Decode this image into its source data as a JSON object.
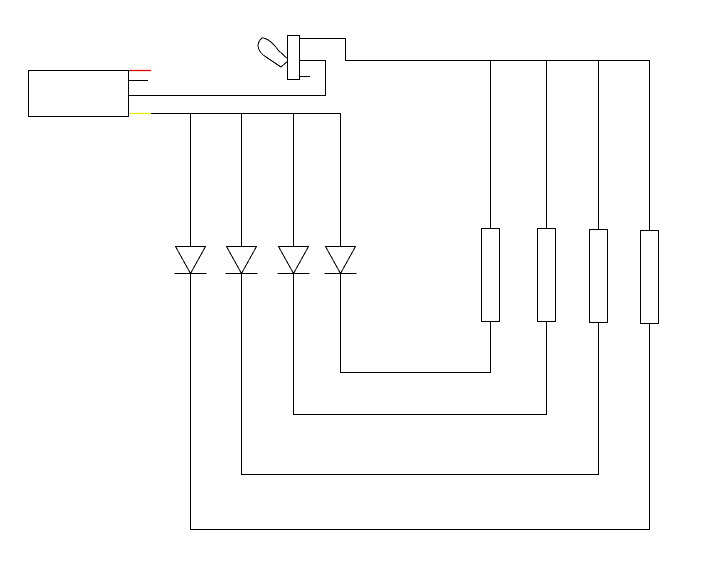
{
  "colors": {
    "background": "#ffffff",
    "wire": "#000000",
    "lead_positive": "#e00000",
    "lead_signal": "#e8e800",
    "lead_negative": "#000000"
  },
  "components": {
    "power_module": "rectangle-box",
    "switch": "slide-switch",
    "diodes": 4,
    "resistors": 4
  }
}
